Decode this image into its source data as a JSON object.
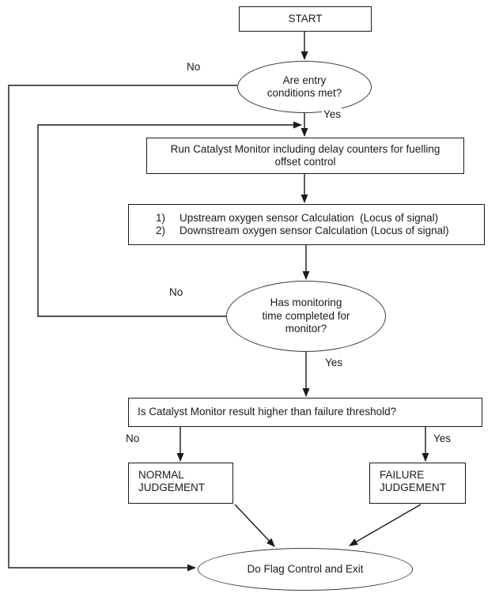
{
  "flowchart": {
    "nodes": {
      "start": {
        "label": "START"
      },
      "entry_decision": {
        "label": "Are entry conditions met?"
      },
      "run_monitor": {
        "label": "Run Catalyst Monitor including delay counters for fuelling offset control"
      },
      "sensor_calc": {
        "item1_num": "1)",
        "item1_text": "Upstream oxygen sensor Calculation  (Locus of signal)",
        "item2_num": "2)",
        "item2_text": "Downstream oxygen sensor Calculation (Locus of signal)"
      },
      "time_decision": {
        "label": "Has monitoring time completed for monitor?"
      },
      "threshold_decision": {
        "label": "Is Catalyst Monitor result higher than failure threshold?"
      },
      "normal_judgement": {
        "label": "NORMAL JUDGEMENT"
      },
      "failure_judgement": {
        "label": "FAILURE JUDGEMENT"
      },
      "flag_exit": {
        "label": "Do Flag Control and Exit"
      }
    },
    "edge_labels": {
      "entry_no": "No",
      "entry_yes": "Yes",
      "time_no": "No",
      "time_yes": "Yes",
      "threshold_no": "No",
      "threshold_yes": "Yes"
    },
    "colors": {
      "line": "#1a1a1a",
      "text": "#1a1a1a",
      "background": "#ffffff"
    }
  }
}
